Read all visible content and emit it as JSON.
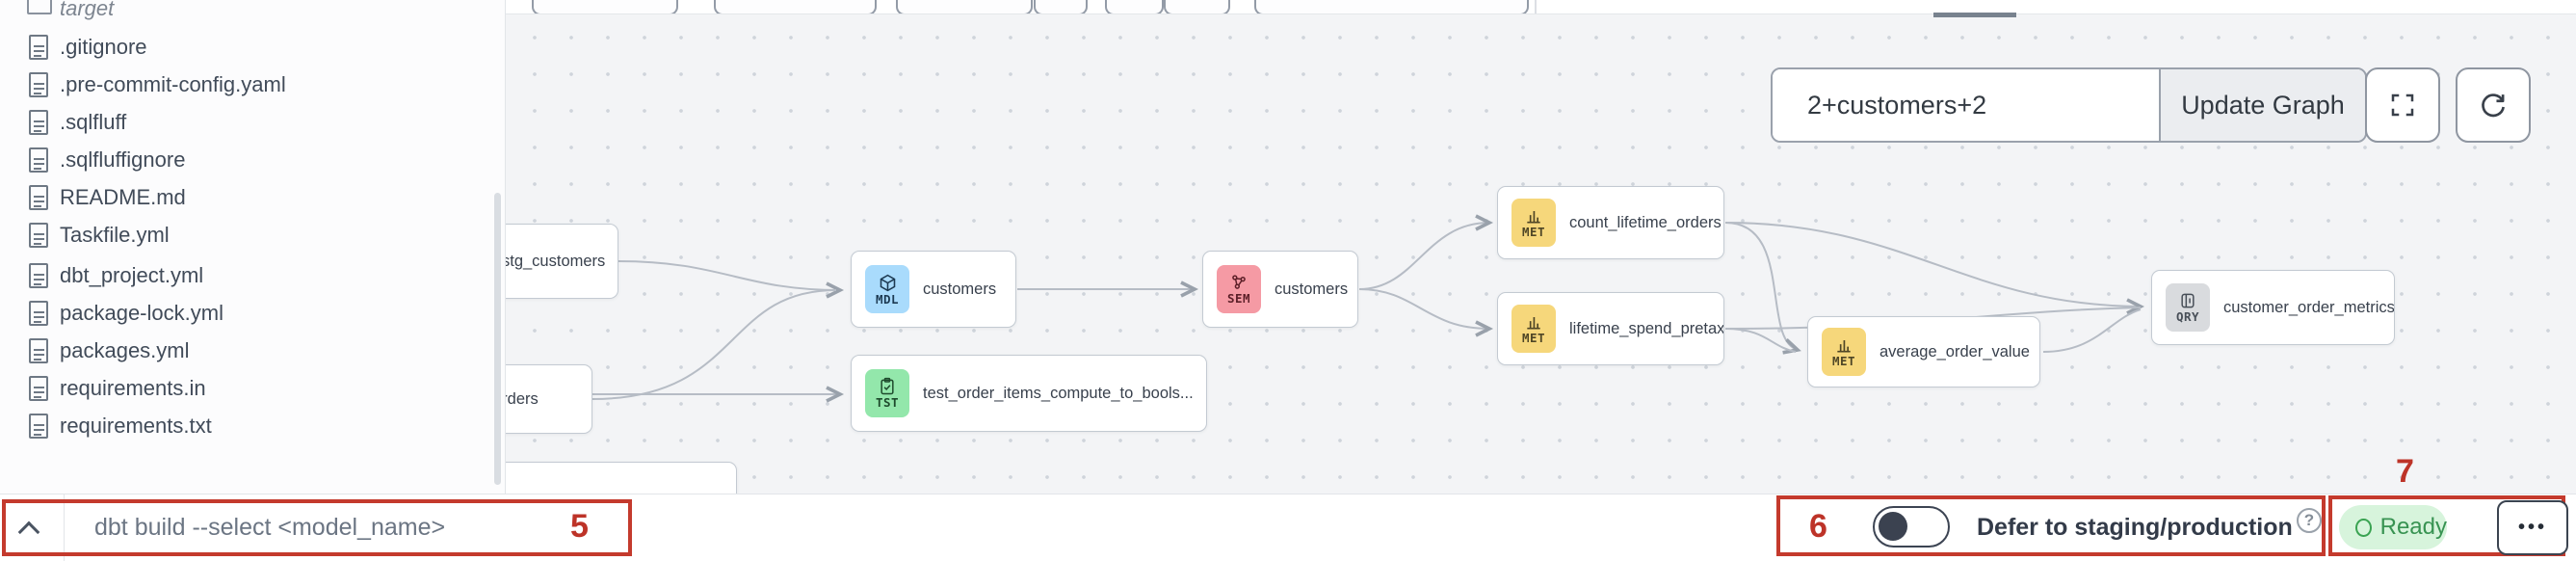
{
  "colors": {
    "annotation_red": "#c43a2d",
    "badge_mdl": "#a9dbfc",
    "badge_tst": "#93e7ab",
    "badge_sem": "#f59aa4",
    "badge_met": "#f6d77b",
    "badge_qry": "#d9dbde",
    "ready_green_bg": "#d7f4dc"
  },
  "file_explorer": {
    "items": [
      {
        "name": "target",
        "type": "folder"
      },
      {
        "name": ".gitignore",
        "type": "file"
      },
      {
        "name": ".pre-commit-config.yaml",
        "type": "file"
      },
      {
        "name": ".sqlfluff",
        "type": "file"
      },
      {
        "name": ".sqlfluffignore",
        "type": "file"
      },
      {
        "name": "README.md",
        "type": "file"
      },
      {
        "name": "Taskfile.yml",
        "type": "file"
      },
      {
        "name": "dbt_project.yml",
        "type": "file"
      },
      {
        "name": "package-lock.yml",
        "type": "file"
      },
      {
        "name": "packages.yml",
        "type": "file"
      },
      {
        "name": "requirements.in",
        "type": "file"
      },
      {
        "name": "requirements.txt",
        "type": "file"
      }
    ]
  },
  "lineage": {
    "selector_input_value": "2+customers+2",
    "update_button_label": "Update Graph",
    "nodes": [
      {
        "id": "stg_customers",
        "label": "stg_customers",
        "badge": ""
      },
      {
        "id": "orders",
        "label": "orders",
        "badge": ""
      },
      {
        "id": "customers_model",
        "label": "customers",
        "badge": "MDL"
      },
      {
        "id": "test_order_items",
        "label": "test_order_items_compute_to_bools...",
        "badge": "TST"
      },
      {
        "id": "customers_semantic",
        "label": "customers",
        "badge": "SEM"
      },
      {
        "id": "count_lifetime_orders",
        "label": "count_lifetime_orders",
        "badge": "MET"
      },
      {
        "id": "lifetime_spend_pretax",
        "label": "lifetime_spend_pretax",
        "badge": "MET"
      },
      {
        "id": "average_order_value",
        "label": "average_order_value",
        "badge": "MET"
      },
      {
        "id": "customer_order_metrics",
        "label": "customer_order_metrics",
        "badge": "QRY"
      }
    ]
  },
  "bottom_bar": {
    "command_placeholder": "dbt build --select <model_name>",
    "defer_toggle_label": "Defer to staging/production",
    "help_icon_glyph": "?",
    "status_label": "Ready",
    "menu_button_label": "•••"
  },
  "annotations": {
    "command_box_number": "5",
    "defer_box_number": "6",
    "status_box_number": "7"
  }
}
